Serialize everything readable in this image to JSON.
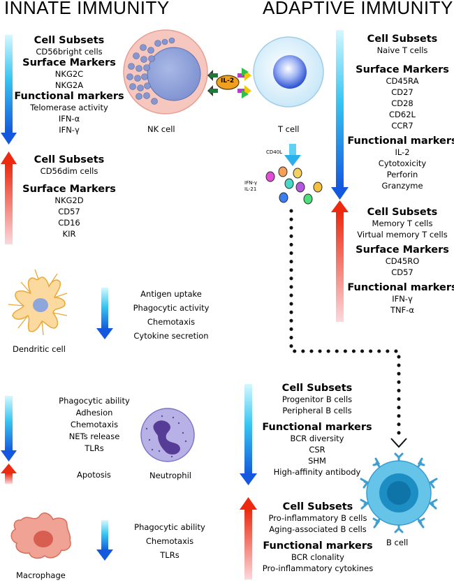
{
  "titles": {
    "innate": "INNATE IMMUNITY",
    "adaptive": "ADAPTIVE IMMUNITY"
  },
  "nk": {
    "cell_label": "NK cell",
    "decrease": {
      "h1": "Cell Subsets",
      "subsets": [
        "CD56bright cells"
      ],
      "h2": "Surface Markers",
      "markers": [
        "NKG2C",
        "NKG2A"
      ],
      "h3": "Functional markers",
      "functional": [
        "Telomerase activity",
        "IFN-α",
        "IFN-γ"
      ]
    },
    "increase": {
      "h1": "Cell Subsets",
      "subsets": [
        "CD56dim cells"
      ],
      "h2": "Surface Markers",
      "markers": [
        "NKG2D",
        "CD57",
        "CD16",
        "KIR"
      ]
    }
  },
  "il2": "IL-2",
  "tcell": {
    "cell_label": "T cell",
    "cd40l": "CD40L",
    "cytokine_labels": [
      "IFN-γ",
      "IL-21"
    ],
    "decrease": {
      "h1": "Cell Subsets",
      "subsets": [
        "Naive T cells"
      ],
      "h2": "Surface Markers",
      "markers": [
        "CD45RA",
        "CD27",
        "CD28",
        "CD62L",
        "CCR7"
      ],
      "h3": "Functional markers",
      "functional": [
        "IL-2",
        "Cytotoxicity",
        "Perforin",
        "Granzyme"
      ]
    },
    "increase": {
      "h1": "Cell Subsets",
      "subsets": [
        "Memory T cells",
        "Virtual memory T cells"
      ],
      "h2": "Surface Markers",
      "markers": [
        "CD45RO",
        "CD57"
      ],
      "h3": "Functional markers",
      "functional": [
        "IFN-γ",
        "TNF-α"
      ]
    }
  },
  "dendritic": {
    "cell_label": "Dendritic cell",
    "decrease": [
      "Antigen uptake",
      "Phagocytic activity",
      "Chemotaxis",
      "Cytokine secretion"
    ]
  },
  "neutrophil": {
    "cell_label": "Neutrophil",
    "decrease": [
      "Phagocytic ability",
      "Adhesion",
      "Chemotaxis",
      "NETs release",
      "TLRs"
    ],
    "increase": [
      "Apotosis"
    ]
  },
  "macrophage": {
    "cell_label": "Macrophage",
    "decrease": [
      "Phagocytic ability",
      "Chemotaxis",
      "TLRs"
    ]
  },
  "bcell": {
    "cell_label": "B cell",
    "decrease": {
      "h1": "Cell Subsets",
      "subsets": [
        "Progenitor B cells",
        "Peripheral B cells"
      ],
      "h2": "Functional markers",
      "functional": [
        "BCR diversity",
        "CSR",
        "SHM",
        "High-affinity antibody"
      ]
    },
    "increase": {
      "h1": "Cell Subsets",
      "subsets": [
        "Pro-inflammatory B cells",
        "Aging-associated B cells"
      ],
      "h2": "Functional markers",
      "functional": [
        "BCR clonality",
        "Pro-inflammatory cytokines"
      ]
    }
  },
  "colors": {
    "decrease_top": "#c8f6ff",
    "decrease_bottom": "#1560e0",
    "increase_top": "#ef2a12",
    "increase_bottom": "#fbd0d4",
    "nk_outer": "#f6c8c0",
    "nk_nucleus": "#8fa2d8",
    "tcell_outer": "#cdeaf8",
    "tcell_nucleus": "#3a62d8",
    "il2": "#f0a020",
    "neutrophil": "#b7b1e6",
    "macrophage": "#f0a394",
    "bcell": "#66c6e8",
    "dendritic": "#fbd9a0"
  }
}
